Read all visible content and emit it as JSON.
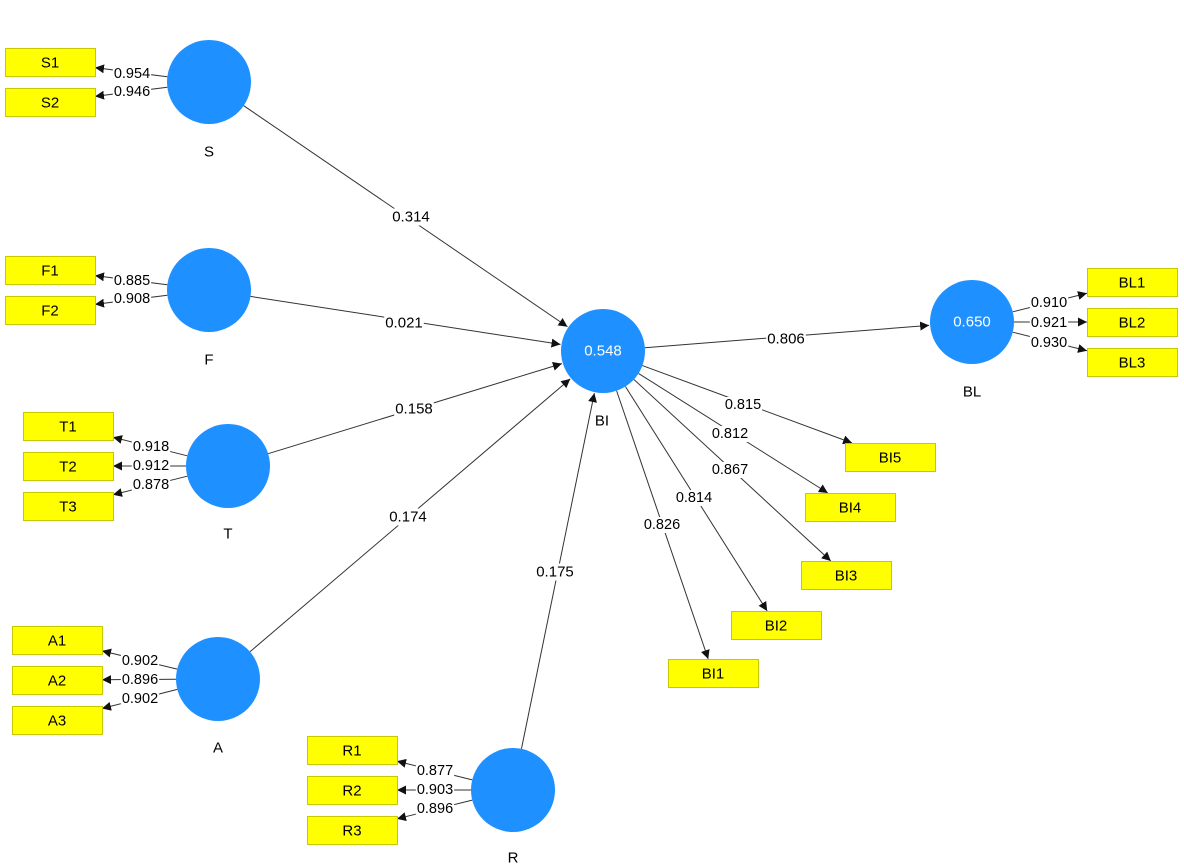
{
  "colors": {
    "latent_fill": "#1E90FF",
    "indicator_fill": "#FFFF00",
    "indicator_border": "#C8C800",
    "line": "#333333",
    "value_on_latent": "#ffffff"
  },
  "latents": [
    {
      "id": "S",
      "name": "S",
      "r2": ""
    },
    {
      "id": "F",
      "name": "F",
      "r2": ""
    },
    {
      "id": "T",
      "name": "T",
      "r2": ""
    },
    {
      "id": "A",
      "name": "A",
      "r2": ""
    },
    {
      "id": "R",
      "name": "R",
      "r2": ""
    },
    {
      "id": "BI",
      "name": "BI",
      "r2": "0.548"
    },
    {
      "id": "BL",
      "name": "BL",
      "r2": "0.650"
    }
  ],
  "indicators": [
    {
      "id": "S1",
      "label": "S1",
      "latent": "S",
      "loading": "0.954"
    },
    {
      "id": "S2",
      "label": "S2",
      "latent": "S",
      "loading": "0.946"
    },
    {
      "id": "F1",
      "label": "F1",
      "latent": "F",
      "loading": "0.885"
    },
    {
      "id": "F2",
      "label": "F2",
      "latent": "F",
      "loading": "0.908"
    },
    {
      "id": "T1",
      "label": "T1",
      "latent": "T",
      "loading": "0.918"
    },
    {
      "id": "T2",
      "label": "T2",
      "latent": "T",
      "loading": "0.912"
    },
    {
      "id": "T3",
      "label": "T3",
      "latent": "T",
      "loading": "0.878"
    },
    {
      "id": "A1",
      "label": "A1",
      "latent": "A",
      "loading": "0.902"
    },
    {
      "id": "A2",
      "label": "A2",
      "latent": "A",
      "loading": "0.896"
    },
    {
      "id": "A3",
      "label": "A3",
      "latent": "A",
      "loading": "0.902"
    },
    {
      "id": "R1",
      "label": "R1",
      "latent": "R",
      "loading": "0.877"
    },
    {
      "id": "R2",
      "label": "R2",
      "latent": "R",
      "loading": "0.903"
    },
    {
      "id": "R3",
      "label": "R3",
      "latent": "R",
      "loading": "0.896"
    },
    {
      "id": "BL1",
      "label": "BL1",
      "latent": "BL",
      "loading": "0.910"
    },
    {
      "id": "BL2",
      "label": "BL2",
      "latent": "BL",
      "loading": "0.921"
    },
    {
      "id": "BL3",
      "label": "BL3",
      "latent": "BL",
      "loading": "0.930"
    },
    {
      "id": "BI5",
      "label": "BI5",
      "latent": "BI",
      "loading": "0.815"
    },
    {
      "id": "BI4",
      "label": "BI4",
      "latent": "BI",
      "loading": "0.812"
    },
    {
      "id": "BI3",
      "label": "BI3",
      "latent": "BI",
      "loading": "0.867"
    },
    {
      "id": "BI2",
      "label": "BI2",
      "latent": "BI",
      "loading": "0.814"
    },
    {
      "id": "BI1",
      "label": "BI1",
      "latent": "BI",
      "loading": "0.826"
    }
  ],
  "paths": [
    {
      "from": "S",
      "to": "BI",
      "coef": "0.314"
    },
    {
      "from": "F",
      "to": "BI",
      "coef": "0.021"
    },
    {
      "from": "T",
      "to": "BI",
      "coef": "0.158"
    },
    {
      "from": "A",
      "to": "BI",
      "coef": "0.174"
    },
    {
      "from": "R",
      "to": "BI",
      "coef": "0.175"
    },
    {
      "from": "BI",
      "to": "BL",
      "coef": "0.806"
    }
  ]
}
